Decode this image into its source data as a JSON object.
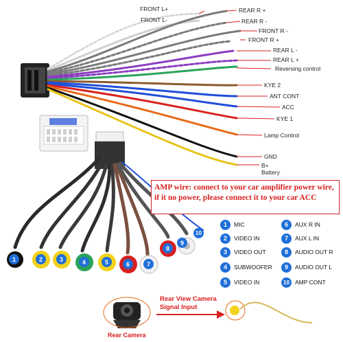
{
  "wire_labels": {
    "front_l_plus": "FRONT L+",
    "front_l_minus": "FRONT L-",
    "rear_r_plus": "REAR R +",
    "rear_r_minus": "REAR R -",
    "front_r_minus": "FRONT R -",
    "front_r_plus": "FRONT R +",
    "rear_l_minus": "REAR L -",
    "rear_l_plus": "REAR L +",
    "reversing_control": "Reversing control",
    "kye2": "KYE 2",
    "ant_cont": "ANT CONT",
    "acc": "ACC",
    "kye1": "KYE 1",
    "lamp_control": "Lamp Control",
    "gnd": "GND",
    "b_plus_battery": "B+\nBattery"
  },
  "amp_note": "AMP wire: connect to your car amplifier power wire, if it no power, please connect it to your car ACC",
  "legend": [
    {
      "num": "1",
      "text": "MIC"
    },
    {
      "num": "2",
      "text": "VIDEO IN"
    },
    {
      "num": "3",
      "text": "VIDEO OUT"
    },
    {
      "num": "4",
      "text": "SUBWOOFER"
    },
    {
      "num": "5",
      "text": "VIDEO IN"
    },
    {
      "num": "6",
      "text": "AUX R IN"
    },
    {
      "num": "7",
      "text": "AUX L IN"
    },
    {
      "num": "8",
      "text": "AUDIO OUT R"
    },
    {
      "num": "9",
      "text": "AUDIO OUT L"
    },
    {
      "num": "10",
      "text": "AMP CONT"
    }
  ],
  "connector_numbers": [
    "1",
    "2",
    "3",
    "4",
    "5",
    "6",
    "7",
    "8",
    "9",
    "10"
  ],
  "camera": {
    "input_label": "Rear View Camera\nSignal Input",
    "camera_label": "Rear Camera"
  },
  "colors": {
    "accent_red": "#d81e1e",
    "legend_blue": "#1f6fd8"
  }
}
